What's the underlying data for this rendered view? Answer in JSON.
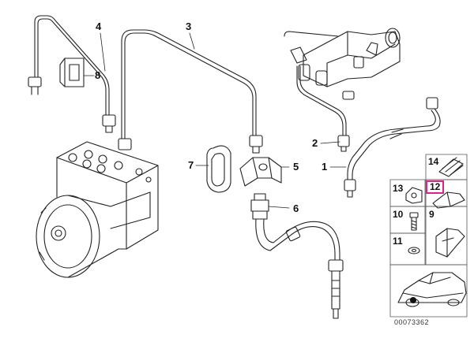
{
  "callouts": {
    "c1": "1",
    "c2": "2",
    "c3": "3",
    "c4": "4",
    "c5": "5",
    "c6": "6",
    "c7": "7",
    "c8": "8"
  },
  "detail_boxes": {
    "b9": "9",
    "b10": "10",
    "b11": "11",
    "b12": "12",
    "b13": "13",
    "b14": "14"
  },
  "highlight_color": "#e0218a",
  "drawing_number": "00073362"
}
